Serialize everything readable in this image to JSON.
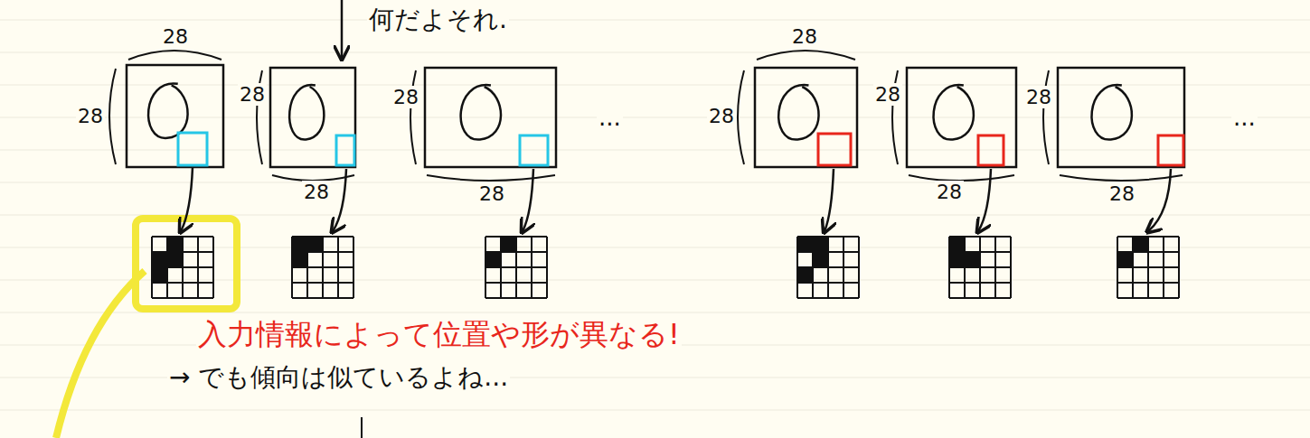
{
  "diagram": {
    "labels": [
      "何だよそれ.",
      "28",
      "28",
      "28",
      "28",
      "28",
      "28",
      "28",
      "28",
      "28",
      "28",
      "28",
      "28",
      "...",
      "...",
      "入力情報によって位置や形が異なる!",
      "→ でも傾向は似ているよね..."
    ]
  }
}
